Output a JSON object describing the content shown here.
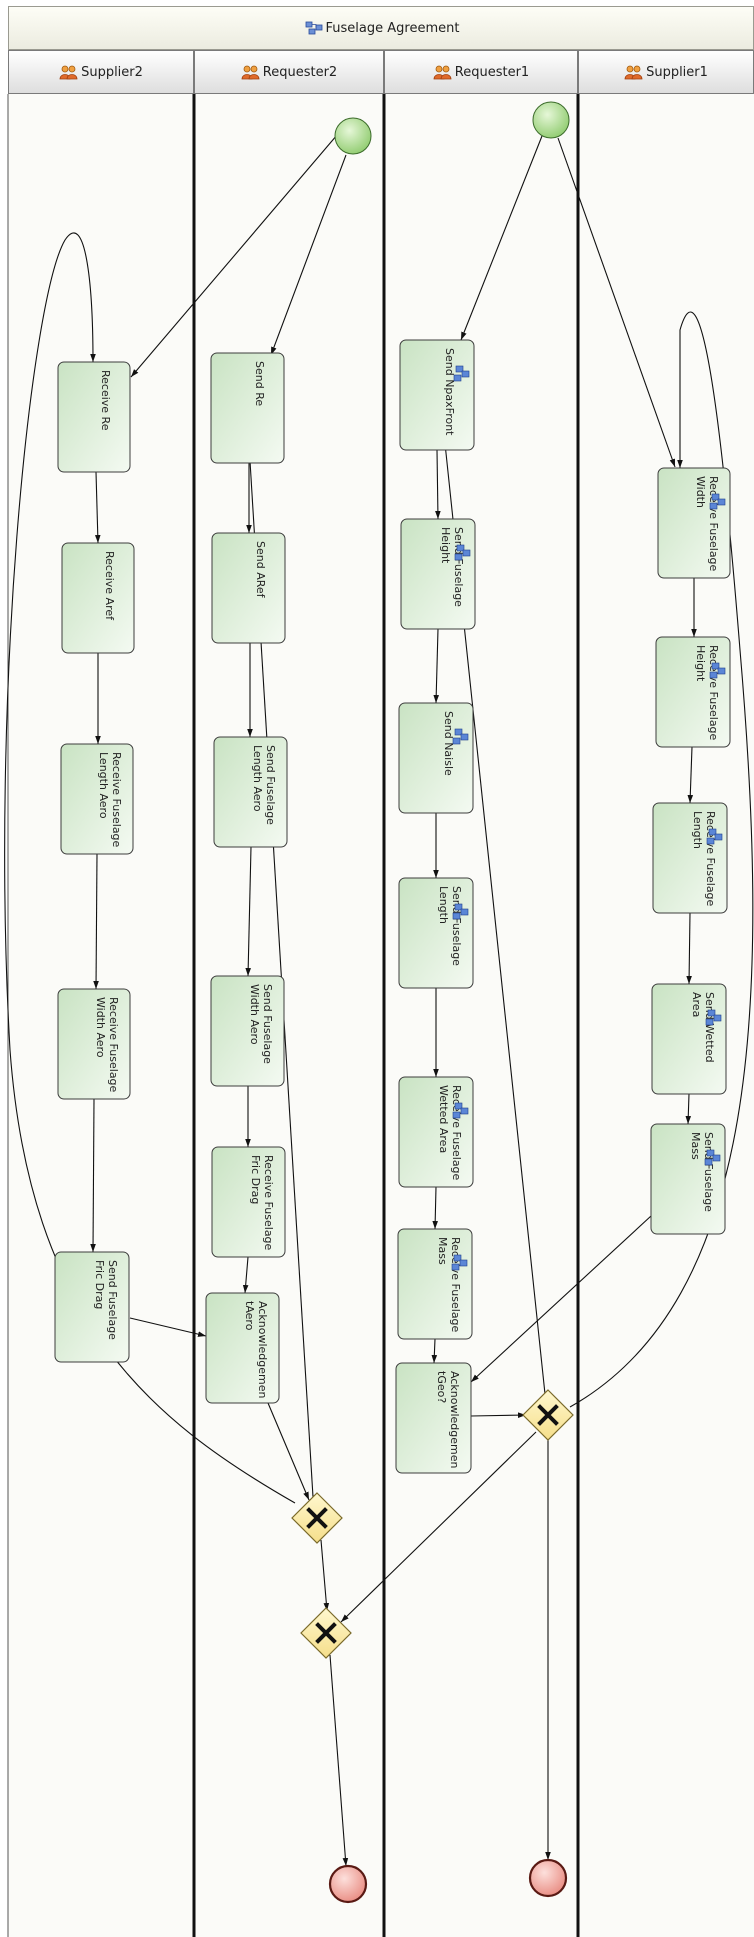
{
  "pool": {
    "title": "Fuselage Agreement",
    "icon": "process-icon"
  },
  "lanes": [
    {
      "name": "Supplier2",
      "icon": "participant-icon"
    },
    {
      "name": "Requester2",
      "icon": "participant-icon"
    },
    {
      "name": "Requester1",
      "icon": "participant-icon"
    },
    {
      "name": "Supplier1",
      "icon": "participant-icon"
    }
  ],
  "tasks": [
    {
      "id": "s2_1",
      "label": [
        "Receive Re"
      ],
      "service": false
    },
    {
      "id": "s2_2",
      "label": [
        "Receive Aref"
      ],
      "service": false
    },
    {
      "id": "s2_3",
      "label": [
        "Receive Fuselage",
        "Length Aero"
      ],
      "service": false
    },
    {
      "id": "s2_4",
      "label": [
        "Receive Fuselage",
        "Width Aero"
      ],
      "service": false
    },
    {
      "id": "s2_5",
      "label": [
        "Send Fuselage",
        "Fric Drag"
      ],
      "service": false
    },
    {
      "id": "r2_1",
      "label": [
        "Send Re"
      ],
      "service": false
    },
    {
      "id": "r2_2",
      "label": [
        "Send ARef"
      ],
      "service": false
    },
    {
      "id": "r2_3",
      "label": [
        "Send Fuselage",
        "Length Aero"
      ],
      "service": false
    },
    {
      "id": "r2_4",
      "label": [
        "Send Fuselage",
        "Width Aero"
      ],
      "service": false
    },
    {
      "id": "r2_5",
      "label": [
        "Receive Fuselage",
        "Fric Drag"
      ],
      "service": false
    },
    {
      "id": "r2_6",
      "label": [
        "Acknowledgemen",
        "tAero"
      ],
      "service": false
    },
    {
      "id": "r1_1",
      "label": [
        "Send NpaxFront"
      ],
      "service": true
    },
    {
      "id": "r1_2",
      "label": [
        "Send Fuselage",
        "Height"
      ],
      "service": true
    },
    {
      "id": "r1_3",
      "label": [
        "Send Naisle"
      ],
      "service": true
    },
    {
      "id": "r1_4",
      "label": [
        "Send Fuselage",
        "Length"
      ],
      "service": true
    },
    {
      "id": "r1_5",
      "label": [
        "Receive Fuselage",
        "Wetted Area"
      ],
      "service": true
    },
    {
      "id": "r1_6",
      "label": [
        "Receive Fuselage",
        "Mass"
      ],
      "service": true
    },
    {
      "id": "r1_7",
      "label": [
        "Acknowledgemen",
        "tGeo?"
      ],
      "service": false
    },
    {
      "id": "s1_1",
      "label": [
        "Receive Fuselage",
        "Width"
      ],
      "service": true
    },
    {
      "id": "s1_2",
      "label": [
        "Receive Fuselage",
        "Height"
      ],
      "service": true
    },
    {
      "id": "s1_3",
      "label": [
        "Receive Fuselage",
        "Length"
      ],
      "service": true
    },
    {
      "id": "s1_4",
      "label": [
        "Send Wetted",
        "Area"
      ],
      "service": true
    },
    {
      "id": "s1_5",
      "label": [
        "Send Fuselage",
        "Mass"
      ],
      "service": true
    }
  ],
  "events": [
    {
      "id": "start_r2",
      "kind": "start"
    },
    {
      "id": "start_r1",
      "kind": "start"
    },
    {
      "id": "end_r2",
      "kind": "end"
    },
    {
      "id": "end_r1",
      "kind": "end"
    }
  ],
  "gateways": [
    {
      "id": "gw_r2_upper",
      "kind": "exclusive"
    },
    {
      "id": "gw_r1",
      "kind": "exclusive"
    },
    {
      "id": "gw_r2_lower",
      "kind": "exclusive"
    }
  ],
  "flows": [
    [
      "start_r2",
      "s2_1"
    ],
    [
      "start_r2",
      "r2_1"
    ],
    [
      "start_r1",
      "r1_1"
    ],
    [
      "start_r1",
      "s1_1"
    ],
    [
      "s2_1",
      "s2_2"
    ],
    [
      "s2_2",
      "s2_3"
    ],
    [
      "s2_3",
      "s2_4"
    ],
    [
      "s2_4",
      "s2_5"
    ],
    [
      "s2_5",
      "r2_6"
    ],
    [
      "r2_1",
      "r2_2"
    ],
    [
      "r2_2",
      "r2_3"
    ],
    [
      "r2_3",
      "r2_4"
    ],
    [
      "r2_4",
      "r2_5"
    ],
    [
      "r2_5",
      "r2_6"
    ],
    [
      "r2_6",
      "gw_r2_upper"
    ],
    [
      "gw_r2_upper",
      "gw_r2_lower"
    ],
    [
      "gw_r2_upper",
      "r2_1"
    ],
    [
      "gw_r2_upper",
      "s2_1"
    ],
    [
      "r1_1",
      "r1_2"
    ],
    [
      "r1_2",
      "r1_3"
    ],
    [
      "r1_3",
      "r1_4"
    ],
    [
      "r1_4",
      "r1_5"
    ],
    [
      "r1_5",
      "r1_6"
    ],
    [
      "r1_6",
      "r1_7"
    ],
    [
      "r1_7",
      "gw_r1"
    ],
    [
      "gw_r1",
      "r1_1"
    ],
    [
      "gw_r1",
      "s1_1"
    ],
    [
      "gw_r1",
      "gw_r2_lower"
    ],
    [
      "gw_r1",
      "end_r1"
    ],
    [
      "s1_1",
      "s1_2"
    ],
    [
      "s1_2",
      "s1_3"
    ],
    [
      "s1_3",
      "s1_4"
    ],
    [
      "s1_4",
      "s1_5"
    ],
    [
      "s1_5",
      "r1_7"
    ],
    [
      "gw_r2_lower",
      "end_r2"
    ]
  ]
}
